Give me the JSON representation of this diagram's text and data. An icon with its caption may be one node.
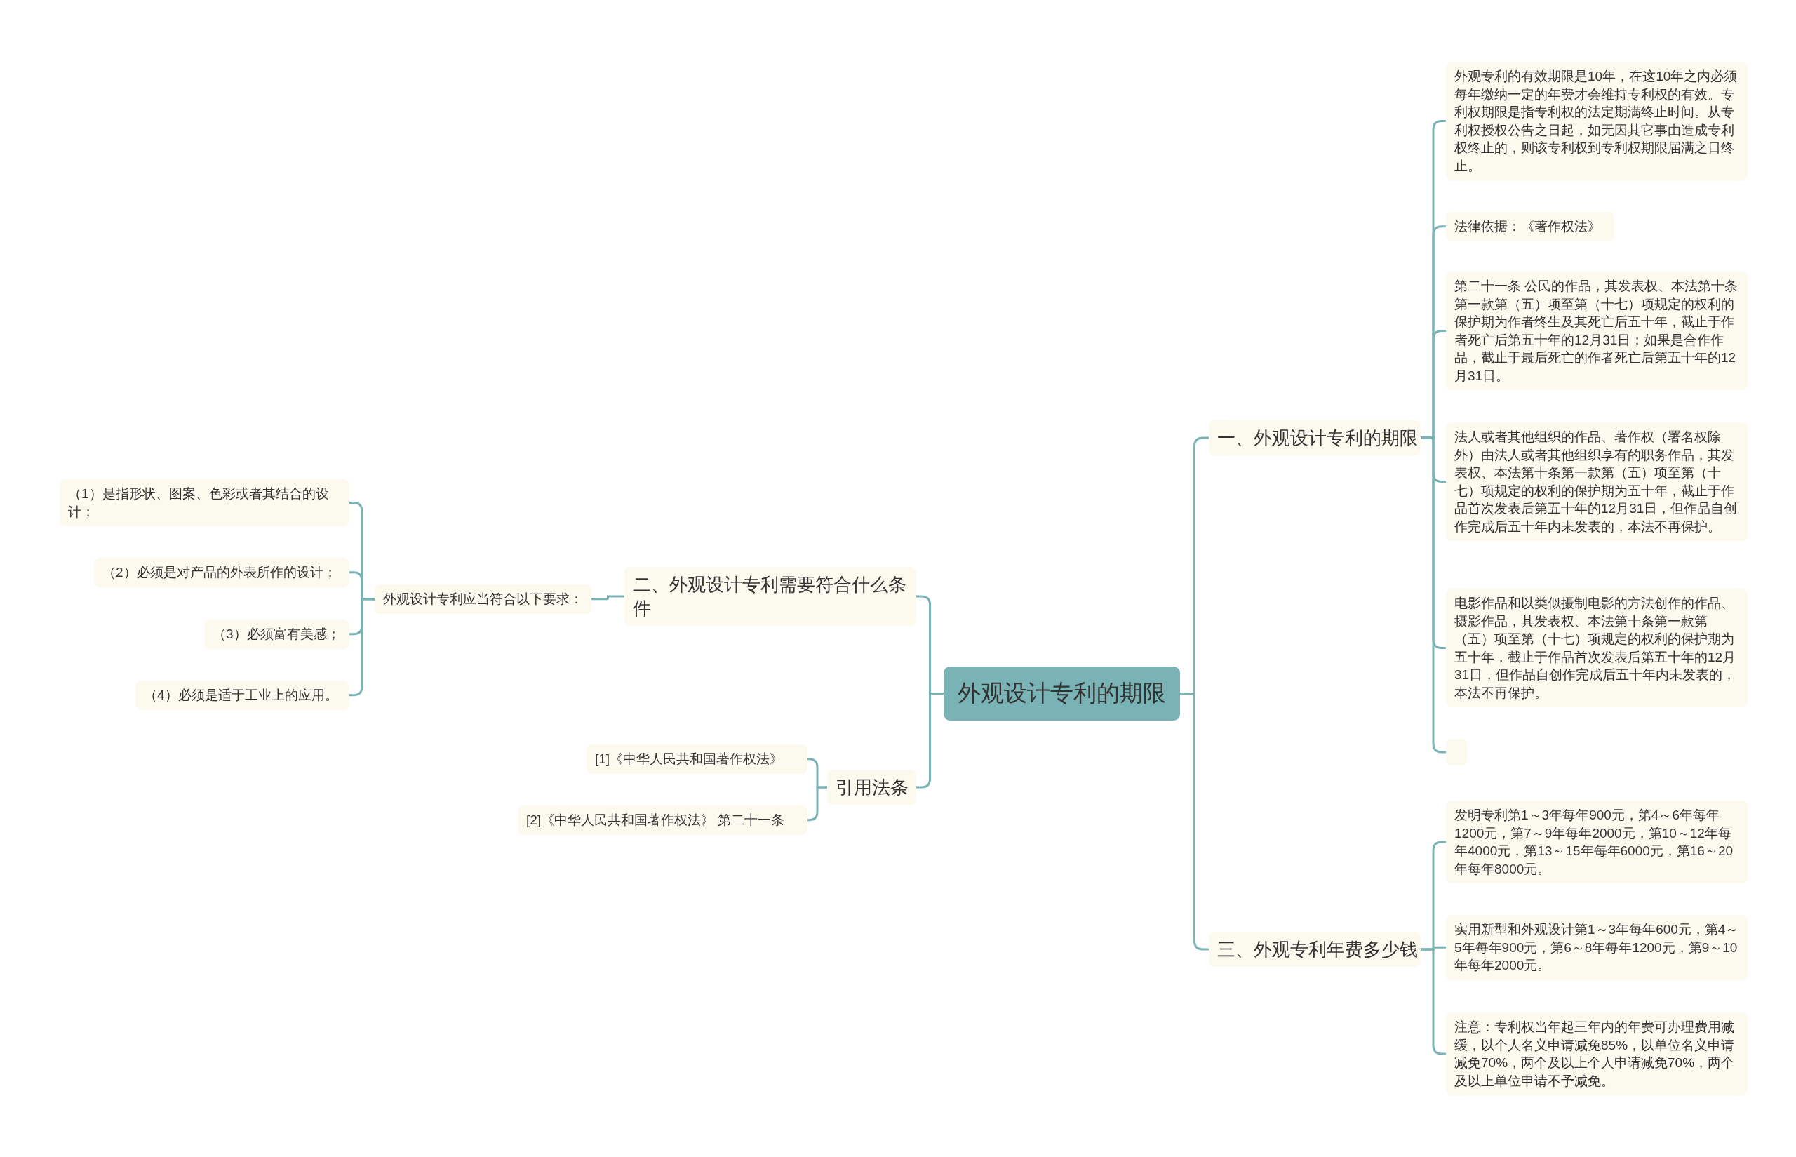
{
  "diagram": {
    "nodes": [
      {
        "text": [
          "外观设计专利的期限"
        ]
      },
      {
        "text": [
          "一、外观设计专利的期限"
        ]
      },
      {
        "text": [
          "外观专利的有效期限是10年，在这10年之内必须每年缴纳一定的年费才会维持专利权的有效。专利权期限是指专利权的法定期满终止时间。从专利权授权公告之日起，如无因其它事由造成专利权终止的，则该专利权到专利权期限届满之日终止。"
        ]
      },
      {
        "text": [
          "法律依据：《著作权法》"
        ]
      },
      {
        "text": [
          "第二十一条 公民的作品，其发表权、本法第十条第一款第（五）项至第（十七）项规定的权利的保护期为作者终生及其死亡后五十年，截止于作者死亡后第五十年的12月31日；如果是合作作品，截止于最后死亡的作者死亡后第五十年的12月31日。"
        ]
      },
      {
        "text": [
          "法人或者其他组织的作品、著作权（署名权除外）由法人或者其他组织享有的职务作品，其发表权、本法第十条第一款第（五）项至第（十七）项规定的权利的保护期为五十年，截止于作品首次发表后第五十年的12月31日，但作品自创作完成后五十年内未发表的，本法不再保护。"
        ]
      },
      {
        "text": [
          "电影作品和以类似摄制电影的方法创作的作品、摄影作品，其发表权、本法第十条第一款第（五）项至第（十七）项规定的权利的保护期为五十年，截止于作品首次发表后第五十年的12月31日，但作品自创作完成后五十年内未发表的，本法不再保护。"
        ]
      },
      {
        "text": [],
        "shape": "box"
      },
      {
        "text": [
          "三、外观专利年费多少钱"
        ]
      },
      {
        "text": [
          "发明专利第1～3年每年900元，第4～6年每年1200元，第7～9年每年2000元，第10～12年每年4000元，第13～15年每年6000元，第16～20年每年8000元。"
        ]
      },
      {
        "text": [
          "实用新型和外观设计第1～3年每年600元，第4～5年每年900元，第6～8年每年1200元，第9～10年每年2000元。"
        ]
      },
      {
        "text": [
          "注意：专利权当年起三年内的年费可办理费用减缓，以个人名义申请减免85%，以单位名义申请减免70%，两个及以上个人申请减免70%，两个及以上单位申请不予减免。"
        ]
      },
      {
        "text": [
          "二、外观设计专利需要符合什么条件"
        ]
      },
      {
        "text": [
          "外观设计专利应当符合以下要求："
        ]
      },
      {
        "text": [
          "（1）是指形状、图案、色彩或者其结合的设计；"
        ]
      },
      {
        "text": [
          "（2）必须是对产品的外表所作的设计；"
        ]
      },
      {
        "text": [
          "（3）必须富有美感；"
        ]
      },
      {
        "text": [
          "（4）必须是适于工业上的应用。"
        ]
      },
      {
        "text": [
          "引用法条"
        ]
      },
      {
        "text": [
          "[1]《中华人民共和国著作权法》"
        ]
      },
      {
        "text": [
          "[2]《中华人民共和国著作权法》 第二十一条"
        ]
      }
    ],
    "edges": [
      {
        "from": 0,
        "to": 1,
        "arrow": "none"
      },
      {
        "from": 1,
        "to": 2,
        "arrow": "none"
      },
      {
        "from": 1,
        "to": 3,
        "arrow": "none"
      },
      {
        "from": 1,
        "to": 4,
        "arrow": "none"
      },
      {
        "from": 1,
        "to": 5,
        "arrow": "none"
      },
      {
        "from": 1,
        "to": 6,
        "arrow": "none"
      },
      {
        "from": 1,
        "to": 7,
        "arrow": "none"
      },
      {
        "from": 0,
        "to": 8,
        "arrow": "none"
      },
      {
        "from": 8,
        "to": 9,
        "arrow": "none"
      },
      {
        "from": 8,
        "to": 10,
        "arrow": "none"
      },
      {
        "from": 8,
        "to": 11,
        "arrow": "none"
      },
      {
        "from": 0,
        "to": 12,
        "arrow": "none"
      },
      {
        "from": 12,
        "to": 13,
        "arrow": "none"
      },
      {
        "from": 13,
        "to": 14,
        "arrow": "none"
      },
      {
        "from": 13,
        "to": 15,
        "arrow": "none"
      },
      {
        "from": 13,
        "to": 16,
        "arrow": "none"
      },
      {
        "from": 13,
        "to": 17,
        "arrow": "none"
      },
      {
        "from": 0,
        "to": 18,
        "arrow": "none"
      },
      {
        "from": 18,
        "to": 19,
        "arrow": "none"
      },
      {
        "from": 18,
        "to": 20,
        "arrow": "none"
      }
    ]
  }
}
